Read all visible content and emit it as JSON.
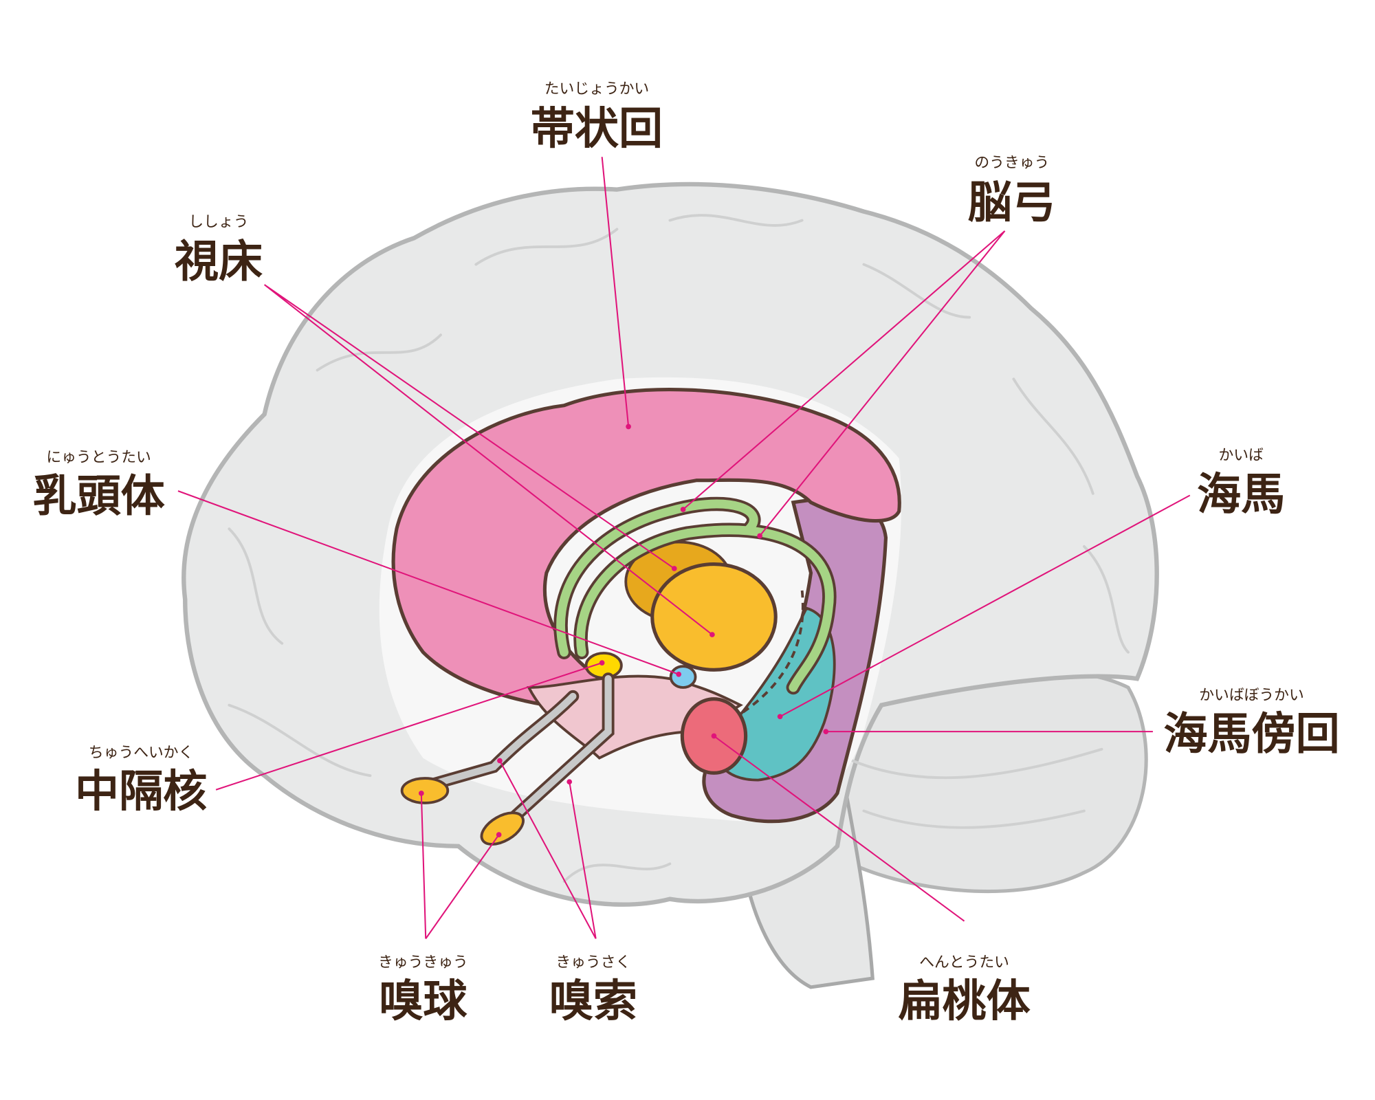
{
  "colors": {
    "brain": "#e8e9e9",
    "brain_outline": "#b4b5b5",
    "cingulate": "#ee90b8",
    "fornix": "#a6d485",
    "thalamus": "#f9bd2d",
    "hippocampus": "#5fc2c4",
    "parahippocampal": "#c48fc0",
    "amygdala": "#ec6b7a",
    "leader": "#e0147a",
    "text": "#3d2414"
  },
  "labels": {
    "cingulate": {
      "text": "帯状回",
      "ruby": "たいじょうかい"
    },
    "fornix": {
      "text": "脳弓",
      "ruby": "のうきゅう"
    },
    "thalamus": {
      "text": "視床",
      "ruby": "ししょう"
    },
    "mammillary": {
      "text": "乳頭体",
      "ruby": "にゅうとうたい"
    },
    "hippocampus": {
      "text": "海馬",
      "ruby": "かいば"
    },
    "parahippocampal": {
      "text": "海馬傍回",
      "ruby": "かいばぼうかい"
    },
    "septal": {
      "text": "中隔核",
      "ruby": "ちゅうへいかく"
    },
    "olfactory_bulb": {
      "text": "嗅球",
      "ruby": "きゅうきゅう"
    },
    "olfactory_tract": {
      "text": "嗅索",
      "ruby": "きゅうさく"
    },
    "amygdala": {
      "text": "扁桃体",
      "ruby": "へんとうたい"
    }
  }
}
